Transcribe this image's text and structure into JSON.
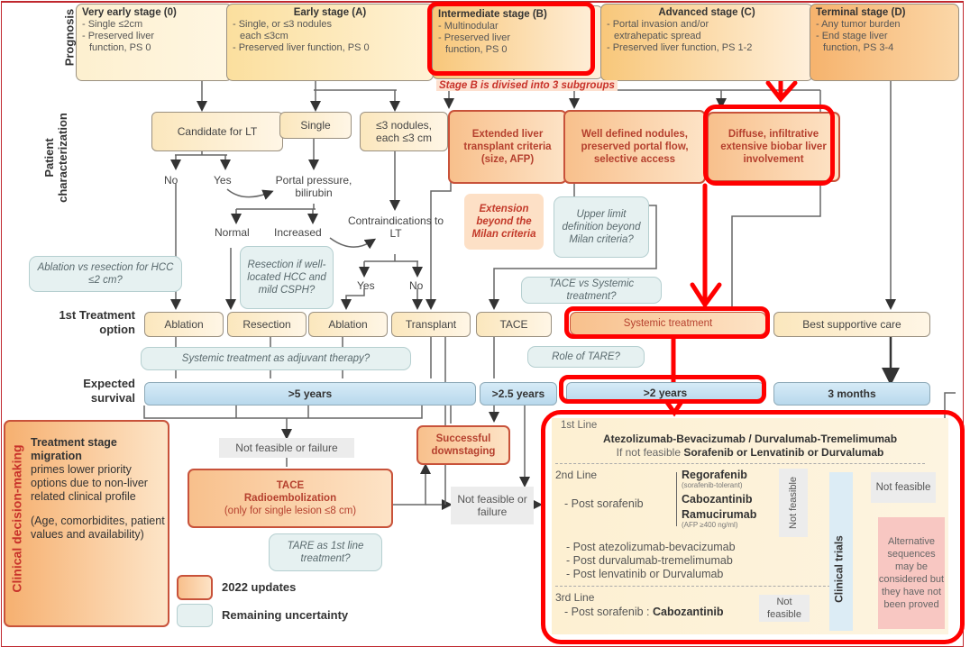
{
  "row_labels": {
    "prognosis": "Prognosis",
    "patient_characterization_1": "Patient",
    "patient_characterization_2": "characterization",
    "first_treatment_1": "1st Treatment",
    "first_treatment_2": "option",
    "expected_survival_1": "Expected",
    "expected_survival_2": "survival"
  },
  "stages": [
    {
      "title": "Very early stage (0)",
      "lines": [
        "- Single ≤2cm",
        "- Preserved liver",
        "  function, PS 0"
      ]
    },
    {
      "title": "Early stage (A)",
      "lines": [
        "- Single, or ≤3 nodules",
        "  each ≤3cm",
        "- Preserved liver function, PS 0"
      ]
    },
    {
      "title": "Intermediate stage (B)",
      "lines": [
        "- Multinodular",
        "- Preserved liver",
        "  function, PS 0"
      ]
    },
    {
      "title": "Advanced stage (C)",
      "lines": [
        "- Portal invasion and/or",
        "  extrahepatic spread",
        "- Preserved liver function, PS 1-2"
      ]
    },
    {
      "title": "Terminal stage (D)",
      "lines": [
        "- Any tumor burden",
        "- End stage liver",
        "  function, PS 3-4"
      ]
    }
  ],
  "stage_b_note": "Stage B is divised into 3 subgroups",
  "characterization": {
    "candidate_lt": "Candidate for LT",
    "single": "Single",
    "three_nodules": "≤3 nodules, each ≤3 cm",
    "no": "No",
    "yes": "Yes",
    "portal_pressure": "Portal pressure, bilirubin",
    "normal": "Normal",
    "increased": "Increased",
    "contraindications": "Contraindications to LT",
    "contra_yes": "Yes",
    "contra_no": "No",
    "b_sub1": "Extended liver transplant criteria (size, AFP)",
    "b_sub2": "Well defined nodules, preserved portal flow, selective access",
    "b_sub3": "Diffuse, infiltrative extensive biobar liver involvement"
  },
  "notes": {
    "extension_milan": "Extension beyond the Milan criteria",
    "upper_limit": "Upper limit definition beyond Milan criteria?",
    "ablation_vs_resection": "Ablation vs resection for HCC ≤2 cm?",
    "resection_if": "Resection if well-located HCC and mild CSPH?",
    "tace_vs_systemic": "TACE vs Systemic treatment?",
    "adjuvant": "Systemic treatment as adjuvant therapy?",
    "role_tare": "Role of TARE?",
    "tare_first_line": "TARE as 1st line treatment?"
  },
  "treatments": {
    "ablation1": "Ablation",
    "resection": "Resection",
    "ablation2": "Ablation",
    "transplant": "Transplant",
    "tace": "TACE",
    "systemic": "Systemic treatment",
    "bsc": "Best supportive care"
  },
  "survival": {
    "s1": ">5 years",
    "s2": ">2.5 years",
    "s3": ">2 years",
    "s4": "3 months"
  },
  "lower": {
    "not_feasible_failure": "Not feasible or failure",
    "tace_title": "TACE",
    "radioembolization": "Radioembolization",
    "single_lesion": "(only for single lesion ≤8 cm)",
    "successful_downstaging": "Successful downstaging",
    "not_feasible_failure2": "Not feasible or failure"
  },
  "clinical": {
    "side_label": "Clinical decision-making",
    "title": "Treatment stage migration",
    "body": "primes lower priority options due to non-liver related clinical profile",
    "extra": "(Age, comorbidites, patient values and availability)"
  },
  "legend": {
    "updates": "2022 updates",
    "uncertainty": "Remaining uncertainty"
  },
  "systemic_panel": {
    "line1_label": "1st Line",
    "line1_drugs": "Atezolizumab-Bevacizumab / Durvalumab-Tremelimumab",
    "line1_if_not": "If not feasible",
    "line1_alt": "Sorafenib or Lenvatinib or Durvalumab",
    "line2_label": "2nd Line",
    "post_sorafenib": "- Post sorafenib",
    "regorafenib": "Regorafenib",
    "regorafenib_note": "(sorafenib-tolerant)",
    "cabozantinib": "Cabozantinib",
    "ramucirumab": "Ramucirumab",
    "ramucirumab_note": "(AFP ≥400 ng/ml)",
    "not_feasible_v": "Not feasible",
    "post_atezo": "- Post atezolizumab-bevacizumab",
    "post_durva": "- Post durvalumab-tremelimumab",
    "post_lenva": "- Post lenvatinib or Durvalumab",
    "line3_label": "3rd Line",
    "line3_post": "- Post sorafenib :",
    "line3_drug": "Cabozantinib",
    "line3_nf": "Not feasible",
    "clinical_trials": "Clinical trials",
    "not_feasible_right": "Not feasible",
    "alternative": "Alternative sequences may be considered but they have not been proved"
  }
}
